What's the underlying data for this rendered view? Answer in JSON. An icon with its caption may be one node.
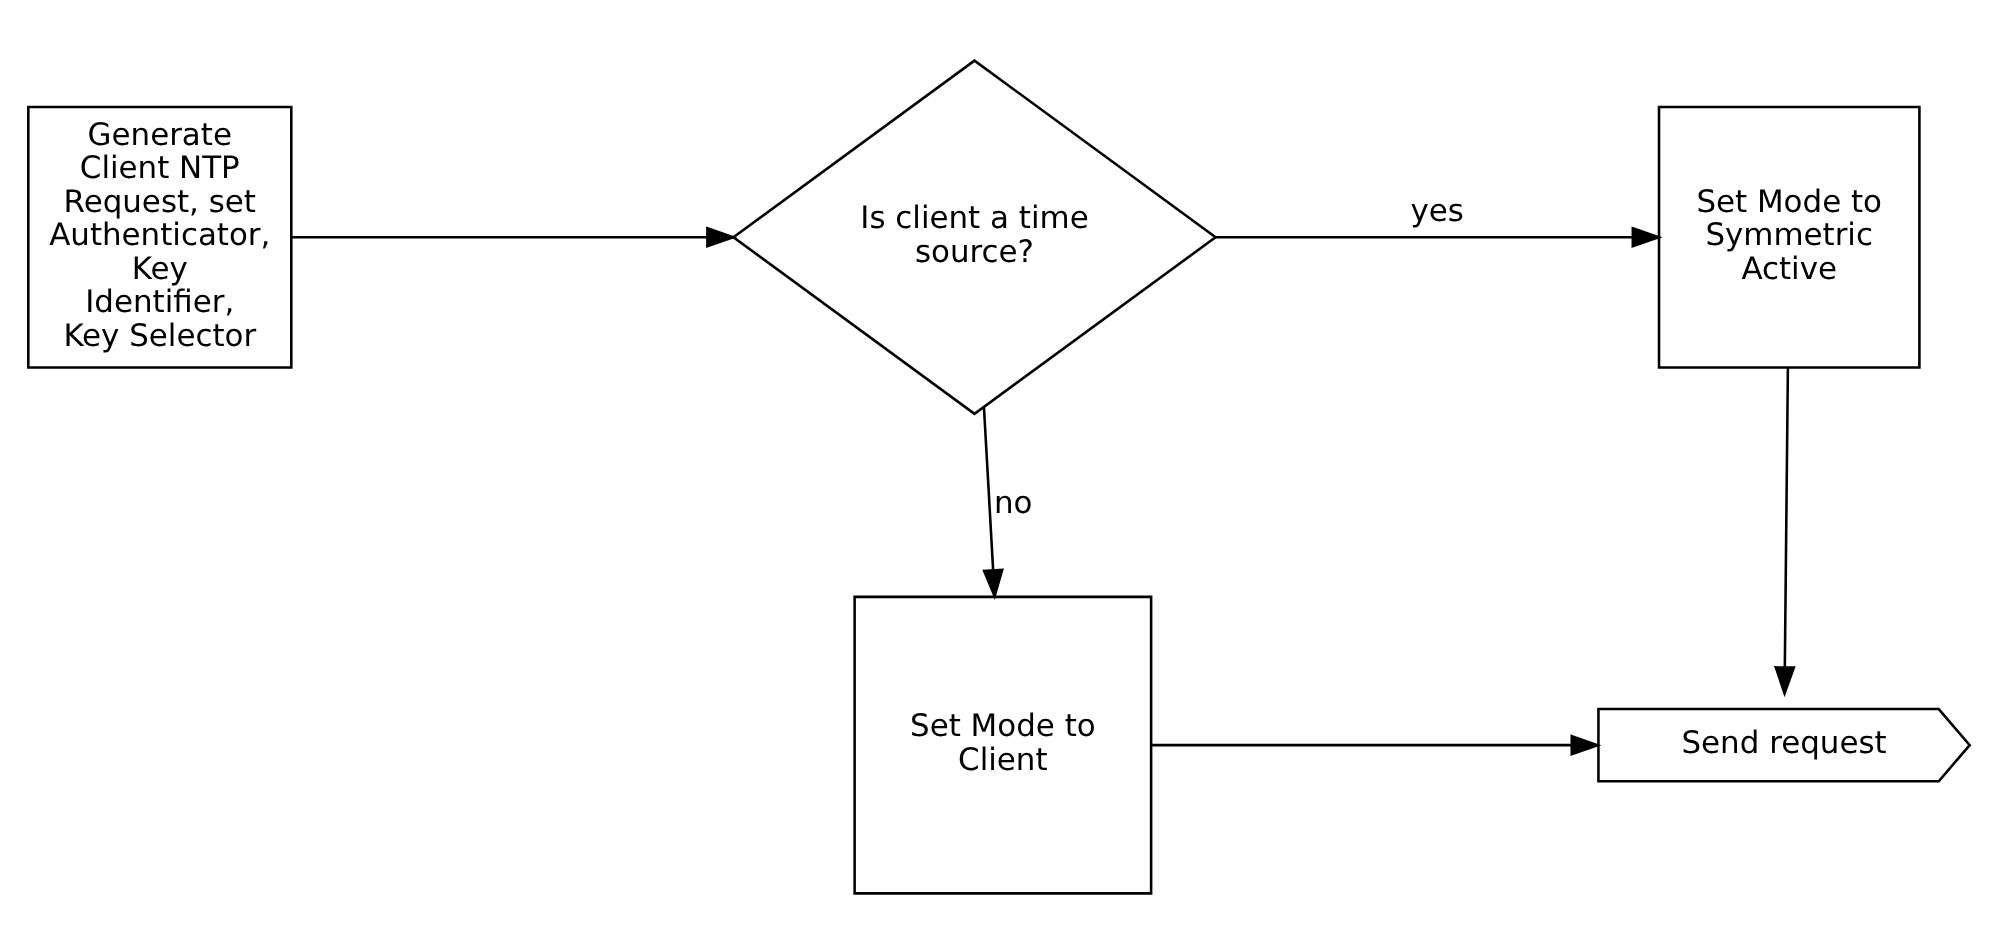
{
  "diagram": {
    "nodes": [
      {
        "text": [
          "Generate Client NTP Request, set Authenticator, Key Identifier, Key Selector"
        ]
      },
      {
        "text": [
          "Is client a time source?"
        ]
      },
      {
        "text": [
          "Set Mode to Symmetric Active"
        ]
      },
      {
        "text": [
          "Set Mode to Client"
        ]
      },
      {
        "text": [
          "Send request"
        ]
      }
    ],
    "edges": [
      {
        "from": 0,
        "to": 1,
        "arrow": "to"
      },
      {
        "from": 1,
        "to": 2,
        "arrow": "to",
        "label": "yes"
      },
      {
        "from": 1,
        "to": 3,
        "arrow": "to",
        "label": "no"
      },
      {
        "from": 2,
        "to": 4,
        "arrow": "to"
      },
      {
        "from": 3,
        "to": 4,
        "arrow": "to"
      }
    ]
  }
}
